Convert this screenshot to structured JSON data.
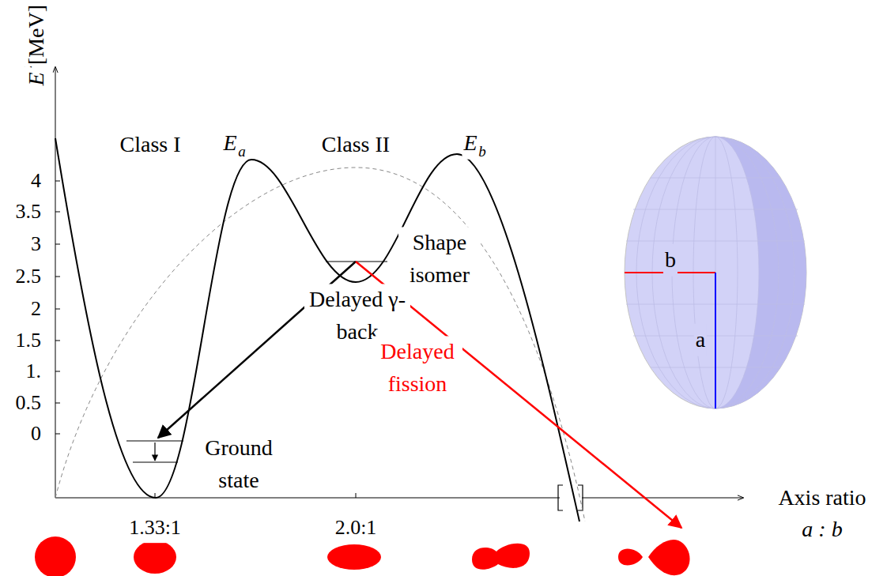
{
  "diagram": {
    "labels": [
      "E",
      "x",
      "[MeV]",
      "Class I",
      "E",
      "a",
      "Class II",
      "E",
      "b",
      "4",
      "3.5",
      "3",
      "2.5",
      "2",
      "1.5",
      "1.",
      "0.5",
      "0",
      "Shape isomer",
      "Delayed γ-back",
      "Ground state",
      "Delayed fission",
      "1.33:1",
      "2.0:1",
      "Axis ratio",
      "a : b",
      "b",
      "a"
    ]
  }
}
